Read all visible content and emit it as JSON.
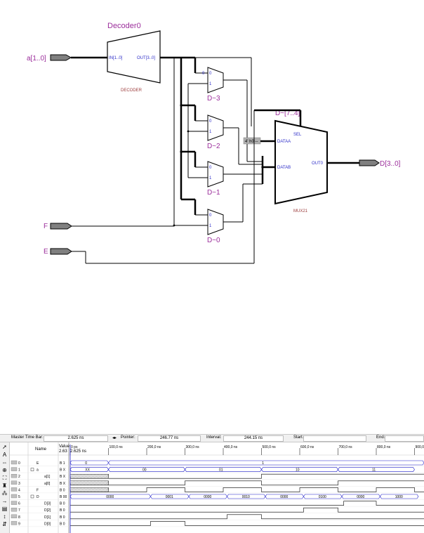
{
  "schematic": {
    "decoder_title": "Decoder0",
    "decoder_in_pin": "IN[1..0]",
    "decoder_out_pin": "OUT[3..0]",
    "decoder_type": "DECODER",
    "input_a": "a[1..0]",
    "input_f": "F",
    "input_e": "E",
    "output_d": "D[3..0]",
    "mux_labels": [
      "D~3",
      "D~2",
      "D~1",
      "D~0"
    ],
    "mux_pin0": "0",
    "mux_pin1": "1",
    "bus_label": "D~[7..4]",
    "const_label": "4' h0 --",
    "mux21_sel": "SEL",
    "mux21_dataa": "DATAA",
    "mux21_datab": "DATAB",
    "mux21_out": "OUT0",
    "mux21_name": "MUX21"
  },
  "waveform": {
    "toolbar": {
      "master_label": "Master Time Bar:",
      "master_value": "2.625 ns",
      "pointer_label": "Pointer:",
      "pointer_value": "246.77 ns",
      "interval_label": "Interval:",
      "interval_value": "244.15 ns",
      "start_label": "Start:",
      "end_label": "End:"
    },
    "header": {
      "name_col": "Name",
      "value_col": "Value",
      "value_at": "2.63",
      "cursor_label": "2.625 ns",
      "time_ticks": [
        "0 ps",
        "100,0 ns",
        "200,0 ns",
        "300,0 ns",
        "400,0 ns",
        "500,0 ns",
        "600,0 ns",
        "700,0 ns",
        "800,0 ns",
        "900,0 ns"
      ]
    },
    "rows": [
      {
        "idx": "0",
        "name": "E",
        "value": "B 1",
        "bus": [
          "0",
          "1"
        ]
      },
      {
        "idx": "1",
        "name": "a",
        "value": "B X",
        "bus": [
          "XX",
          "00",
          "01",
          "10",
          "11"
        ]
      },
      {
        "idx": "2",
        "name": "a[1]",
        "value": "B X",
        "bus": []
      },
      {
        "idx": "3",
        "name": "a[0]",
        "value": "B X",
        "bus": []
      },
      {
        "idx": "4",
        "name": "F",
        "value": "B 0",
        "bus": []
      },
      {
        "idx": "5",
        "name": "D",
        "value": "B 00",
        "bus": [
          "0000",
          "0001",
          "0000",
          "0010",
          "0000",
          "0100",
          "0000",
          "1000"
        ]
      },
      {
        "idx": "6",
        "name": "D[3]",
        "value": "B 0",
        "bus": []
      },
      {
        "idx": "7",
        "name": "D[2]",
        "value": "B 0",
        "bus": []
      },
      {
        "idx": "8",
        "name": "D[1]",
        "value": "B 0",
        "bus": []
      },
      {
        "idx": "9",
        "name": "D[0]",
        "value": "B 0",
        "bus": []
      }
    ]
  },
  "colors": {
    "label_purple": "#9b2d9b",
    "pin_blue": "#2d2dc8",
    "bus_blue": "#1e1ec8"
  }
}
